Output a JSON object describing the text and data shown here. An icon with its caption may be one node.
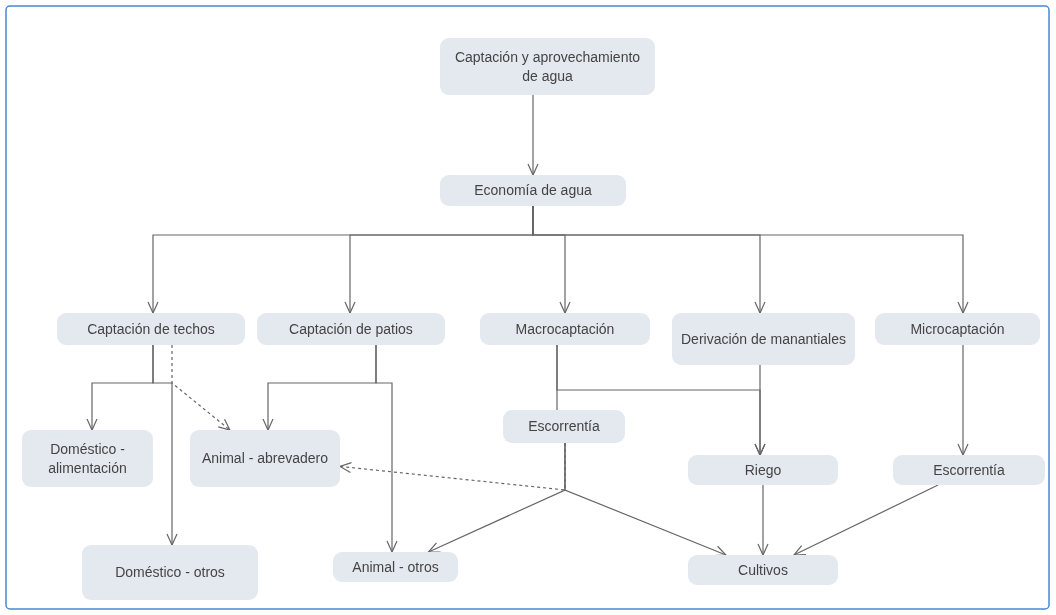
{
  "diagram": {
    "nodes": [
      {
        "text": [
          "Captación y aprovechamiento de agua"
        ]
      },
      {
        "text": [
          "Economía de agua"
        ]
      },
      {
        "text": [
          "Captación de techos"
        ]
      },
      {
        "text": [
          "Captación de patios"
        ]
      },
      {
        "text": [
          "Macrocaptación"
        ]
      },
      {
        "text": [
          "Derivación de manantiales"
        ]
      },
      {
        "text": [
          "Microcaptación"
        ]
      },
      {
        "text": [
          "Doméstico - alimentación"
        ]
      },
      {
        "text": [
          "Animal - abrevadero"
        ]
      },
      {
        "text": [
          "Escorrentía"
        ]
      },
      {
        "text": [
          "Riego"
        ]
      },
      {
        "text": [
          "Escorrentía"
        ]
      },
      {
        "text": [
          "Doméstico - otros"
        ]
      },
      {
        "text": [
          "Animal - otros"
        ]
      },
      {
        "text": [
          "Cultivos"
        ]
      }
    ],
    "edges": [
      {
        "from": 0,
        "to": 1,
        "arrow": "to"
      },
      {
        "from": 1,
        "to": 2,
        "arrow": "to"
      },
      {
        "from": 1,
        "to": 3,
        "arrow": "to"
      },
      {
        "from": 1,
        "to": 4,
        "arrow": "to"
      },
      {
        "from": 1,
        "to": 5,
        "arrow": "to"
      },
      {
        "from": 1,
        "to": 6,
        "arrow": "to"
      },
      {
        "from": 2,
        "to": 7,
        "arrow": "to"
      },
      {
        "from": 2,
        "to": 12,
        "arrow": "to"
      },
      {
        "from": 2,
        "to": 8,
        "arrow": "to",
        "style": "dashed"
      },
      {
        "from": 3,
        "to": 8,
        "arrow": "to"
      },
      {
        "from": 3,
        "to": 13,
        "arrow": "to"
      },
      {
        "from": 4,
        "to": 9,
        "arrow": "none"
      },
      {
        "from": 4,
        "to": 10,
        "arrow": "to"
      },
      {
        "from": 5,
        "to": 10,
        "arrow": "to"
      },
      {
        "from": 6,
        "to": 11,
        "arrow": "to"
      },
      {
        "from": 9,
        "to": 13,
        "arrow": "to"
      },
      {
        "from": 9,
        "to": 14,
        "arrow": "to"
      },
      {
        "from": 9,
        "to": 8,
        "arrow": "to",
        "style": "dashed"
      },
      {
        "from": 10,
        "to": 14,
        "arrow": "to"
      },
      {
        "from": 11,
        "to": 14,
        "arrow": "to"
      }
    ]
  }
}
